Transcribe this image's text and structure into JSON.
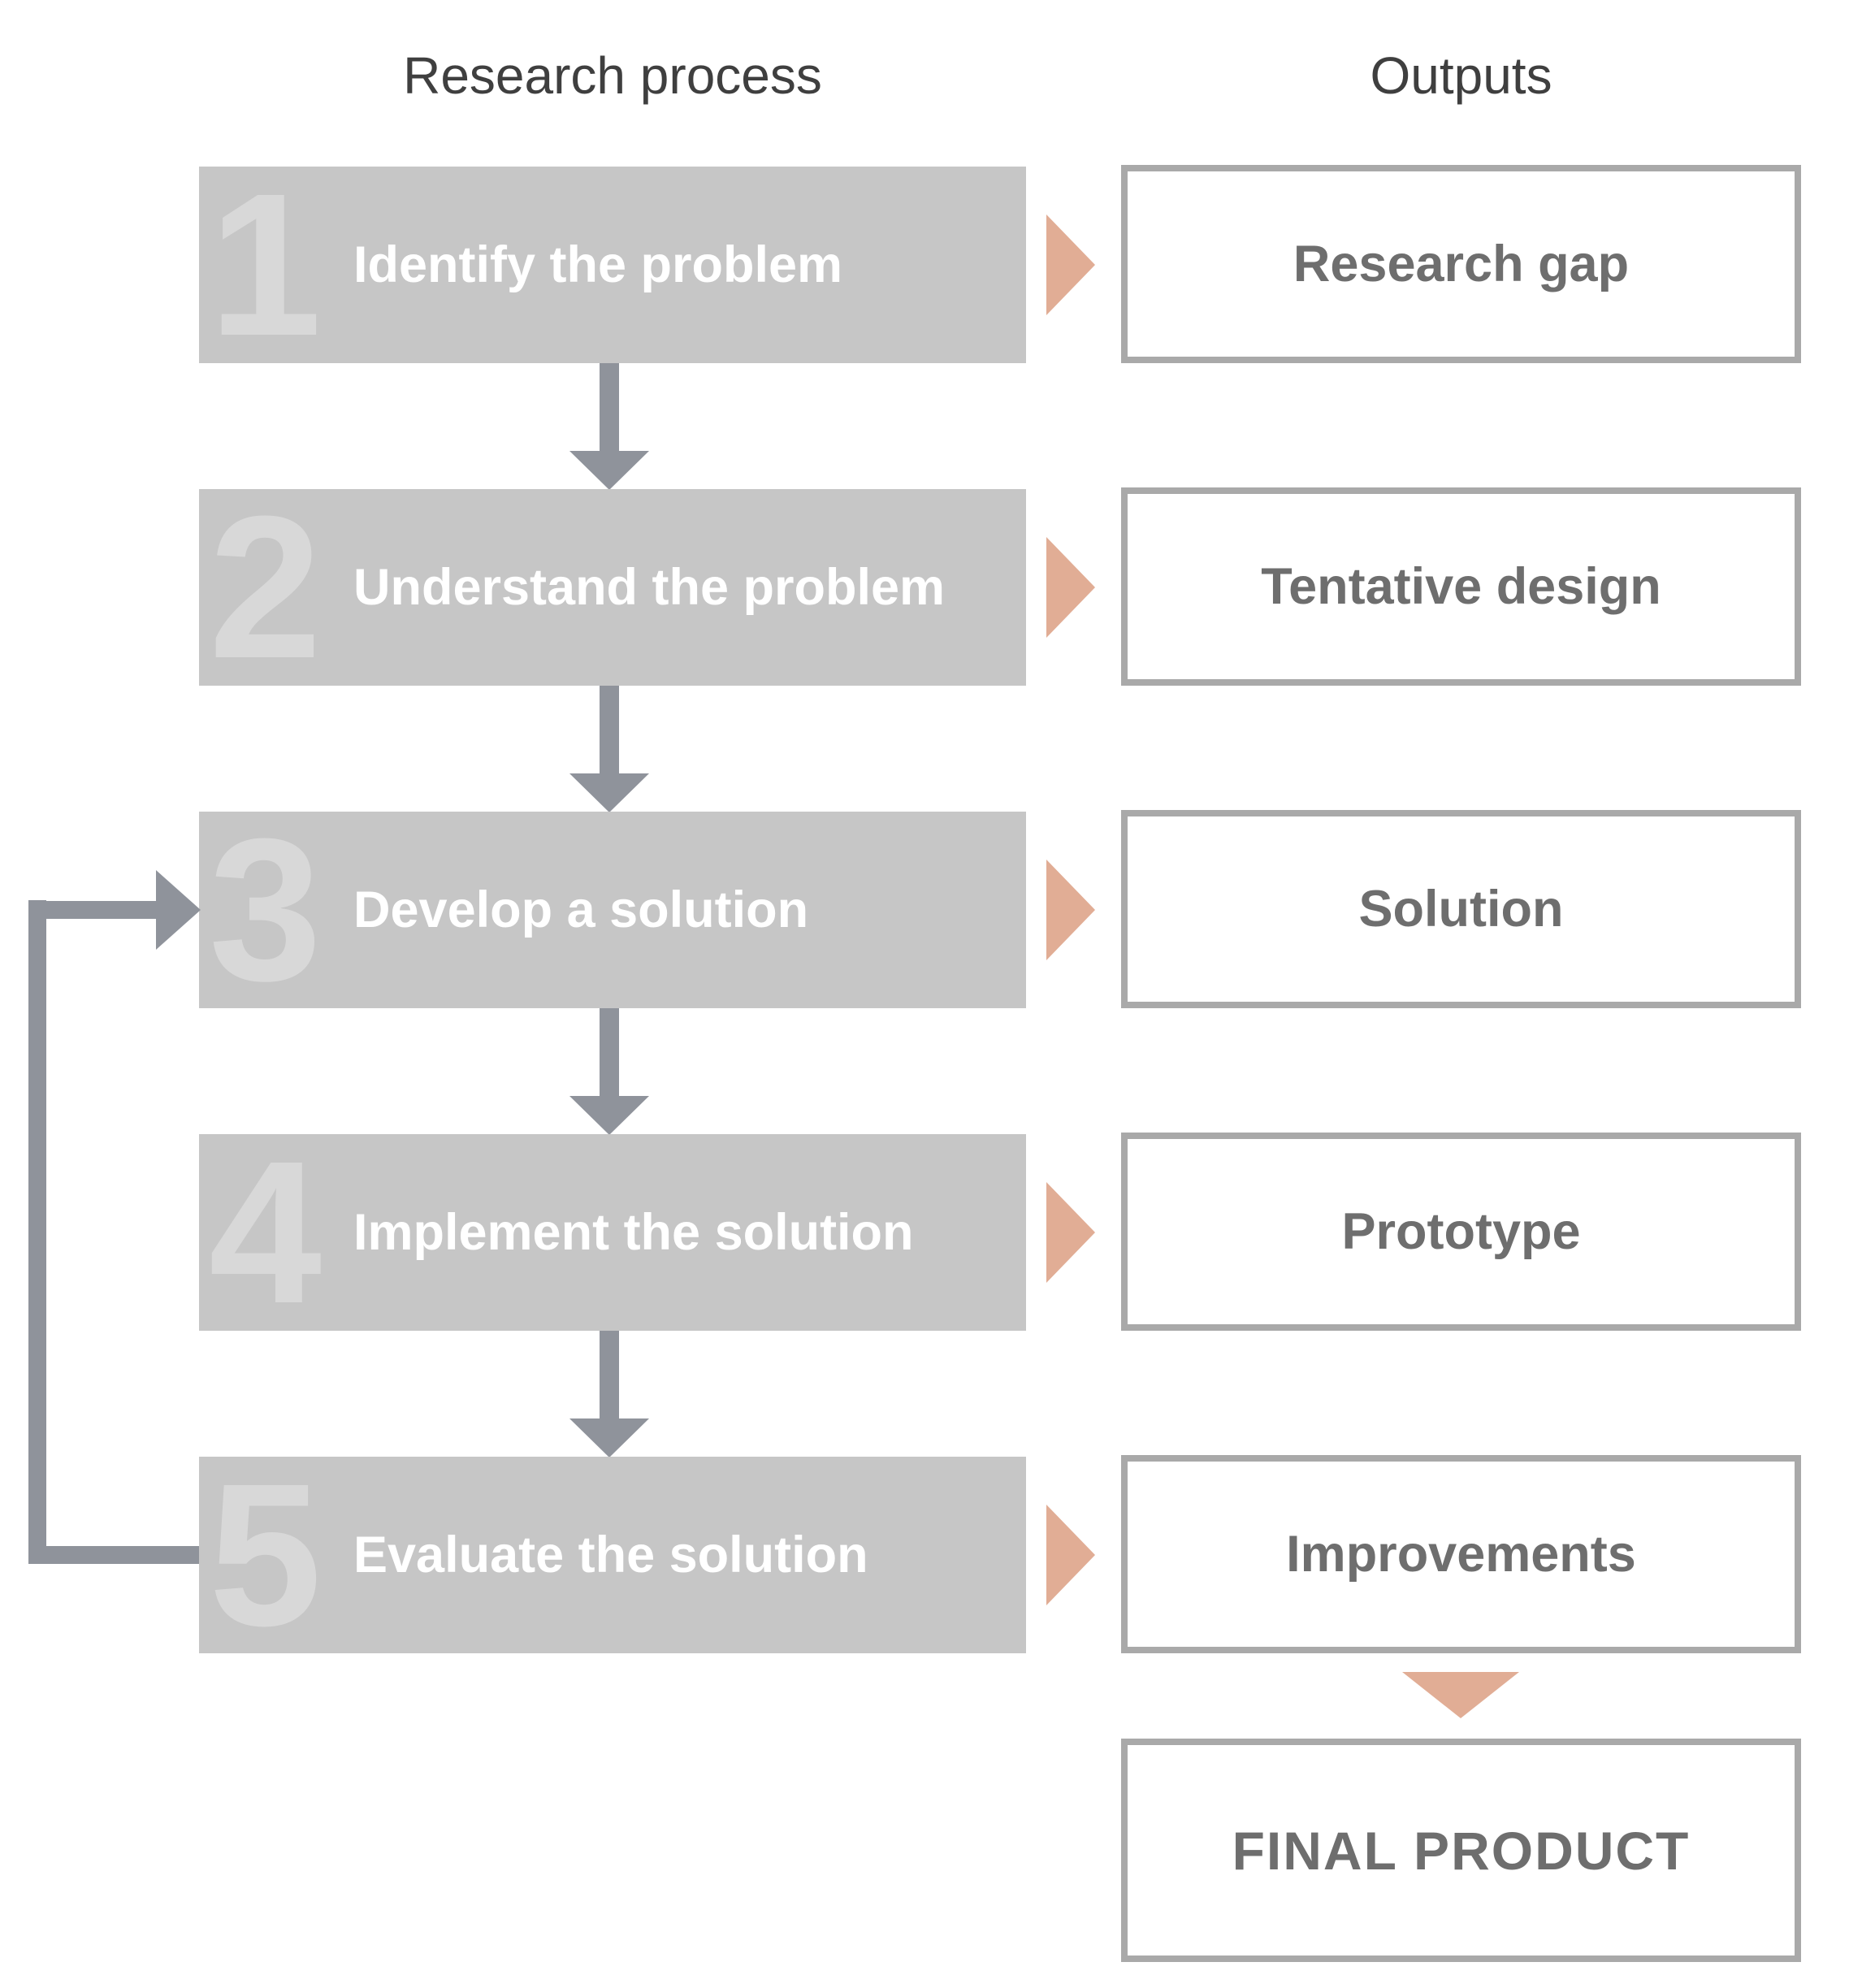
{
  "headers": {
    "process": "Research process",
    "outputs": "Outputs"
  },
  "steps": [
    {
      "number": "1",
      "label": "Identify the problem",
      "output": "Research gap"
    },
    {
      "number": "2",
      "label": "Understand the problem",
      "output": "Tentative design"
    },
    {
      "number": "3",
      "label": "Develop a solution",
      "output": "Solution"
    },
    {
      "number": "4",
      "label": "Implement the solution",
      "output": "Prototype"
    },
    {
      "number": "5",
      "label": "Evaluate the solution",
      "output": "Improvements"
    }
  ],
  "final_box": {
    "label": "FINAL PRODUCT"
  },
  "colors": {
    "box-bg": "#c6c6c6",
    "numeral": "#d8d8d8",
    "label": "#ffffff",
    "arrow": "#8f939b",
    "peach": "#e1ad95",
    "border": "#a9a9a9",
    "output-text": "#6e6e6e",
    "header-text": "#3f3f3f"
  }
}
